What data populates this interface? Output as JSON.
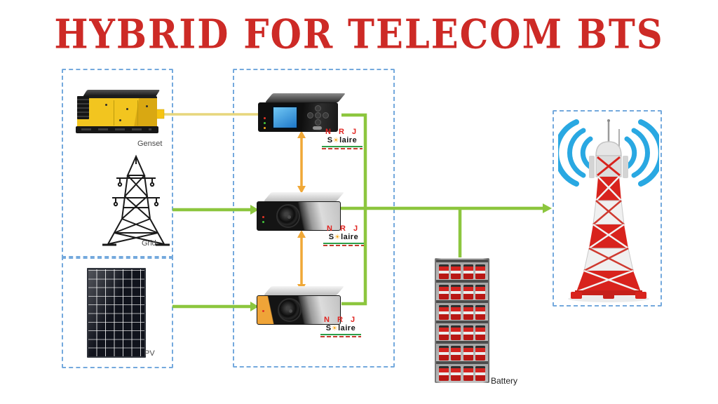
{
  "title": "HYBRID FOR TELECOM BTS",
  "colors": {
    "title_red": "#cd2a26",
    "dashed_border_blue": "#74a9dd",
    "power_line_green": "#8cc63e",
    "dc_link_orange": "#f0a837",
    "genset_line_yellow": "#e7d67c",
    "wifi_blue": "#29a8e2",
    "battery_red": "#d42420",
    "genset_yellow": "#f2c51f"
  },
  "nodes": {
    "genset": {
      "label": "Genset"
    },
    "grid": {
      "label": "Grid"
    },
    "pv": {
      "label": "PV"
    },
    "battery": {
      "label": "Battery"
    }
  },
  "logo": {
    "line1": "N R J",
    "s": "S",
    "sun": "☀",
    "rest": "laire"
  }
}
